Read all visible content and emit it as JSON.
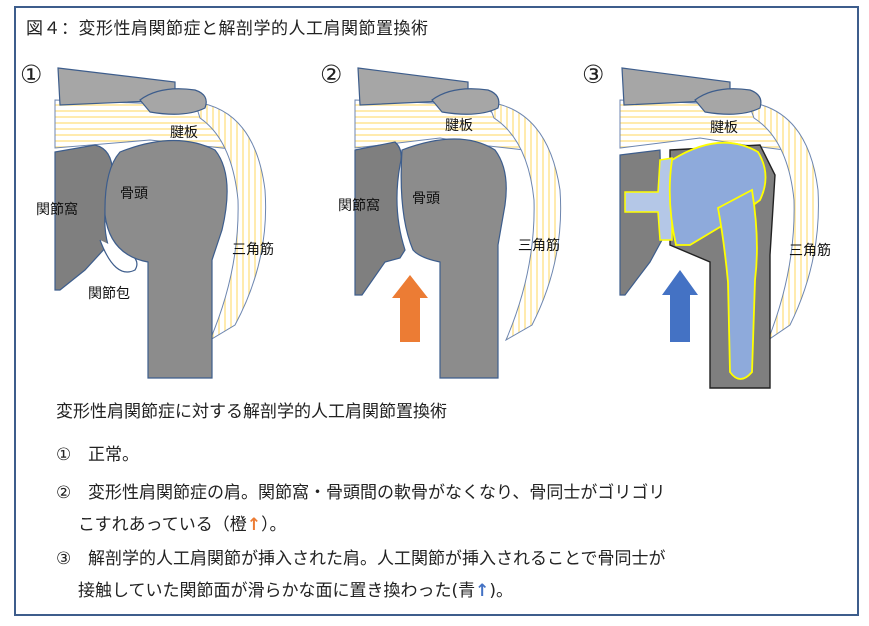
{
  "figure": {
    "title": "図４：変形性肩関節症と解剖学的人工肩関節置換術"
  },
  "panels": [
    {
      "number": "①",
      "labels": {
        "tendon": "腱板",
        "glenoid": "関節窩",
        "humeral_head": "骨頭",
        "deltoid": "三角筋",
        "capsule": "関節包"
      }
    },
    {
      "number": "②",
      "labels": {
        "tendon": "腱板",
        "glenoid": "関節窩",
        "humeral_head": "骨頭",
        "deltoid": "三角筋"
      },
      "arrow_color": "#ec7c34"
    },
    {
      "number": "③",
      "labels": {
        "tendon": "腱板",
        "deltoid": "三角筋"
      },
      "arrow_color": "#4472c4",
      "implant_color": "#8eaadb",
      "implant_outline": "#ffff00"
    }
  ],
  "caption": {
    "title": "変形性肩関節症に対する解剖学的人工肩関節置換術",
    "items": [
      {
        "marker": "①",
        "text": "正常。"
      },
      {
        "marker": "②",
        "line1": "変形性肩関節症の肩。関節窩・骨頭間の軟骨がなくなり、骨同士がゴリゴリ",
        "line2_pre": "こすれあっている（橙",
        "arrow": "↑",
        "line2_post": "）。"
      },
      {
        "marker": "③",
        "line1": "解剖学的人工肩関節が挿入された肩。人工関節が挿入されることで骨同士が",
        "line2_pre": "接触していた関節面が滑らかな面に置き換わった(青",
        "arrow": "↑",
        "line2_post": ")。"
      }
    ]
  },
  "colors": {
    "bone": "#8c8c8c",
    "bone_dark": "#7f7f7f",
    "acromion": "#a6a6a6",
    "tendon_stripe": "#ffe699",
    "frame": "#3d5d8c"
  }
}
